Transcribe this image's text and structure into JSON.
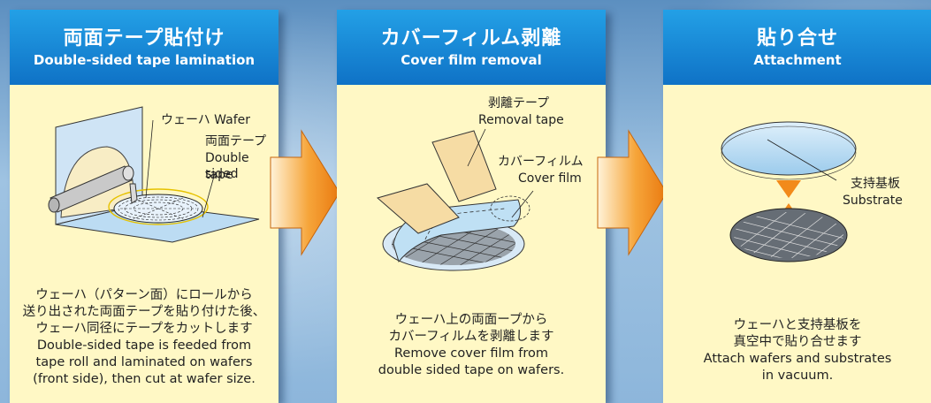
{
  "steps": [
    {
      "title_ja": "両面テープ貼付け",
      "title_en": "Double-sided tape lamination",
      "labels": {
        "wafer": "ウェーハ Wafer",
        "tape_ja": "両面テープ",
        "tape_en_1": "Double sided",
        "tape_en_2": "tape"
      },
      "caption": [
        "ウェーハ（パターン面）にロールから",
        "送り出された両面テープを貼り付けた後、",
        "ウェーハ同径にテープをカットします",
        "Double-sided tape is feeded from",
        "tape roll and laminated on wafers",
        "(front side), then cut at wafer size."
      ]
    },
    {
      "title_ja": "カバーフィルム剥離",
      "title_en": "Cover film removal",
      "labels": {
        "removal_ja": "剥離テープ",
        "removal_en": "Removal tape",
        "cover_ja": "カバーフィルム",
        "cover_en": "Cover film"
      },
      "caption": [
        "ウェーハ上の両面ープから",
        "カバーフィルムを剥離します",
        "Remove cover film from",
        "double sided tape on wafers."
      ]
    },
    {
      "title_ja": "貼り合せ",
      "title_en": "Attachment",
      "labels": {
        "substrate_ja": "支持基板",
        "substrate_en": "Substrate"
      },
      "caption": [
        "ウェーハと支持基板を",
        "真空中で貼り合せます",
        "Attach wafers and substrates",
        "in vacuum."
      ]
    }
  ],
  "colors": {
    "header": "#1283d6",
    "panel": "#fff8c5",
    "arrow": "#f08a1c",
    "background": "#8db6db"
  }
}
